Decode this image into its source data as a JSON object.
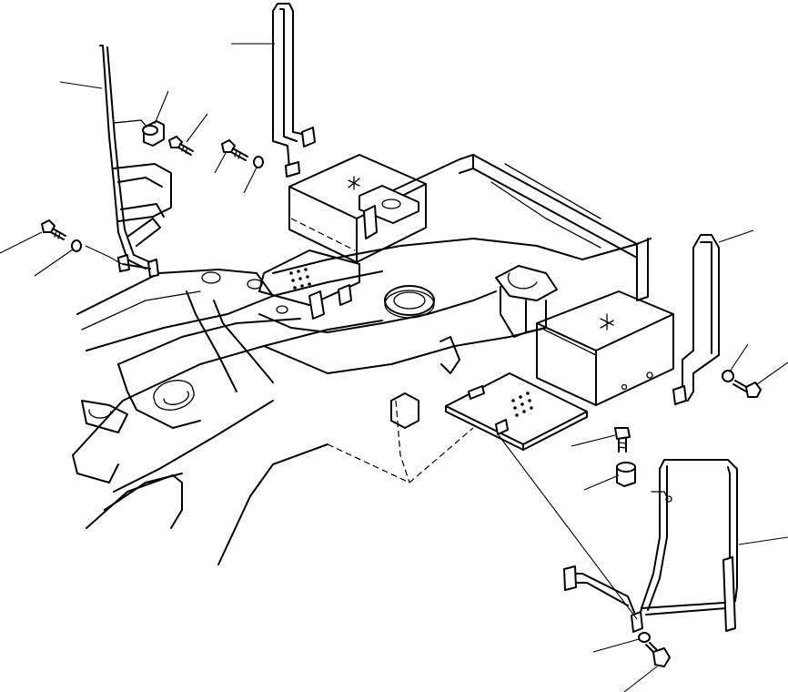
{
  "figure": {
    "labels": [],
    "parts": [
      "handrail-left",
      "handrail-center",
      "handrail-right",
      "handrail-front",
      "rubber-cushion",
      "bolt",
      "washer",
      "revolving-frame",
      "battery-box",
      "step-plate"
    ]
  }
}
